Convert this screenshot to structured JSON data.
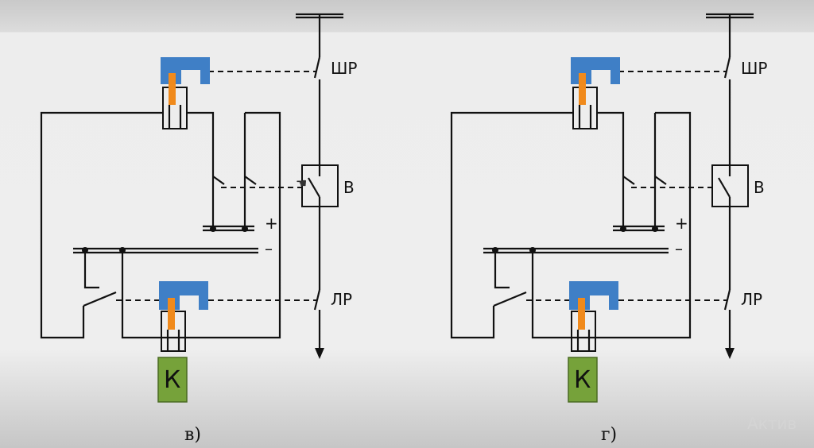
{
  "diagrams": [
    {
      "caption": "в)",
      "labels": {
        "shr": "ШР",
        "v": "В",
        "lr": "ЛР",
        "plus": "+",
        "minus": "–",
        "k": "К"
      }
    },
    {
      "caption": "г)",
      "labels": {
        "shr": "ШР",
        "v": "В",
        "lr": "ЛР",
        "plus": "+",
        "minus": "–",
        "k": "К"
      }
    }
  ],
  "colors": {
    "relay_blue": "#3f7fc6",
    "relay_orange": "#f08a1c",
    "coil_green": "#76a23a"
  },
  "watermark": "Актив"
}
